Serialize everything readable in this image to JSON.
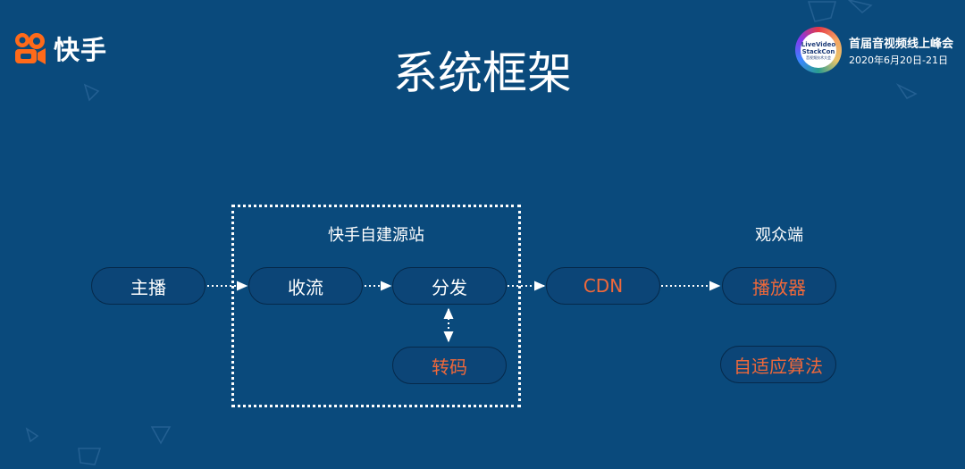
{
  "brand": {
    "name": "快手",
    "logo_icon": "kuaishou-camera-logo",
    "logo_color": "#ff6a1a"
  },
  "title": "系统框架",
  "event": {
    "badge_line1": "LiveVideo",
    "badge_line2": "StackCon",
    "badge_line3": "音视频技术大会",
    "name": "首届音视频线上峰会",
    "date": "2020年6月20日-21日"
  },
  "diagram": {
    "group_label": "快手自建源站",
    "client_label": "观众端",
    "nodes": {
      "anchor": "主播",
      "ingest": "收流",
      "distribute": "分发",
      "transcode": "转码",
      "cdn": "CDN",
      "player": "播放器",
      "abr": "自适应算法"
    },
    "colors": {
      "background": "#0a4a7c",
      "highlight": "#f0683a",
      "text": "#ffffff"
    }
  }
}
